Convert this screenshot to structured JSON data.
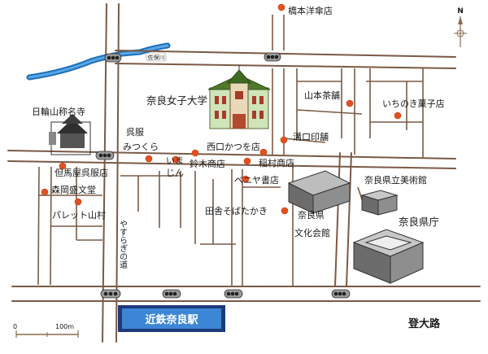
{
  "map": {
    "station_label": "近鉄奈良駅",
    "street_vertical_label": "やすらぎの道",
    "road_label": "登大路",
    "river_label": "佐保川",
    "scale": {
      "zero": "0",
      "distance": "100m"
    },
    "compass": {
      "north": "N"
    },
    "places": [
      {
        "name": "橋本洋傘店"
      },
      {
        "name": "山本茶舗"
      },
      {
        "name": "いちのき菓子店"
      },
      {
        "name": "奈良女子大学"
      },
      {
        "name": "日輪山称名寺"
      },
      {
        "name": "呉服"
      },
      {
        "name": "みつくら"
      },
      {
        "name": "西口かつを店"
      },
      {
        "name": "溝口印舗"
      },
      {
        "name": "いま"
      },
      {
        "name": "じん"
      },
      {
        "name": "鈴木商店"
      },
      {
        "name": "稲村商店"
      },
      {
        "name": "但馬屋呉服店"
      },
      {
        "name": "森岡盛文堂"
      },
      {
        "name": "ベニヤ書店"
      },
      {
        "name": "奈良県立美術館"
      },
      {
        "name": "パレット山村"
      },
      {
        "name": "田舎そばたかき"
      },
      {
        "name": "奈良県"
      },
      {
        "name": "文化会館"
      },
      {
        "name": "奈良県庁"
      }
    ]
  }
}
